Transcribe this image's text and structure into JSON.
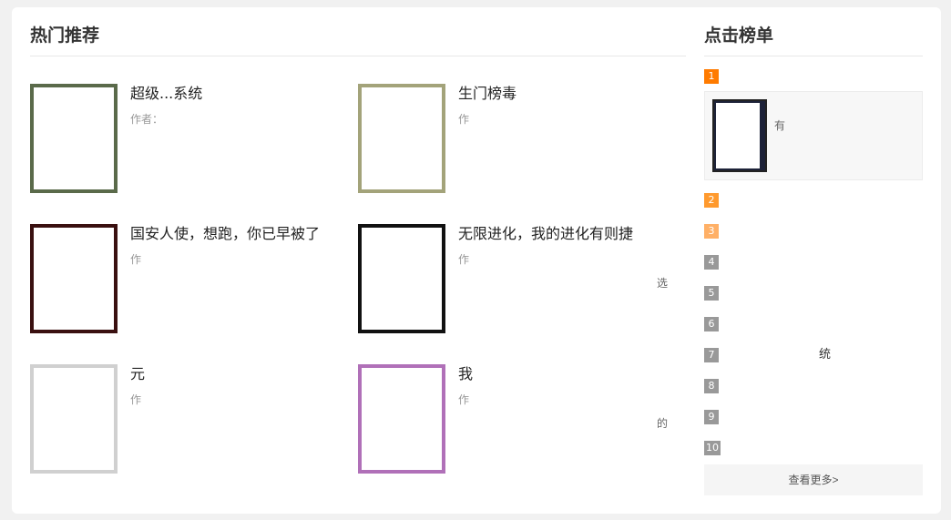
{
  "hot": {
    "title": "热门推荐",
    "books": [
      {
        "title": "超级...系统",
        "author": "作者：",
        "desc": "",
        "cover_color": "#5a6a4a"
      },
      {
        "title": "生门榜毒",
        "author": "作",
        "desc": "",
        "cover_color": "#9a9a6a"
      },
      {
        "title": "国安人使，想跑，你已早被了",
        "author": "作",
        "desc": "",
        "cover_color": "#3a1010"
      },
      {
        "title": "无限进化，我的进化有则捷",
        "author": "作",
        "desc": "选",
        "cover_color": "#111111"
      },
      {
        "title": "元",
        "author": "作",
        "desc": "",
        "cover_color": "#cccccc"
      },
      {
        "title": "我",
        "author": "作",
        "desc": "的",
        "cover_color": "#b070b8"
      }
    ]
  },
  "rank": {
    "title": "点击榜单",
    "feature_text": "有",
    "items": [
      {
        "num": "1",
        "title": "",
        "color": "#ff7b00"
      },
      {
        "num": "2",
        "title": "",
        "color": "#ff9a2e"
      },
      {
        "num": "3",
        "title": "",
        "color": "#ffb066"
      },
      {
        "num": "4",
        "title": "",
        "color": "#999999"
      },
      {
        "num": "5",
        "title": "",
        "color": "#999999"
      },
      {
        "num": "6",
        "title": "",
        "color": "#999999"
      },
      {
        "num": "7",
        "title": "统",
        "color": "#999999"
      },
      {
        "num": "8",
        "title": "",
        "color": "#999999"
      },
      {
        "num": "9",
        "title": "",
        "color": "#999999"
      },
      {
        "num": "10",
        "title": "",
        "color": "#999999"
      }
    ],
    "more_label": "查看更多>"
  }
}
